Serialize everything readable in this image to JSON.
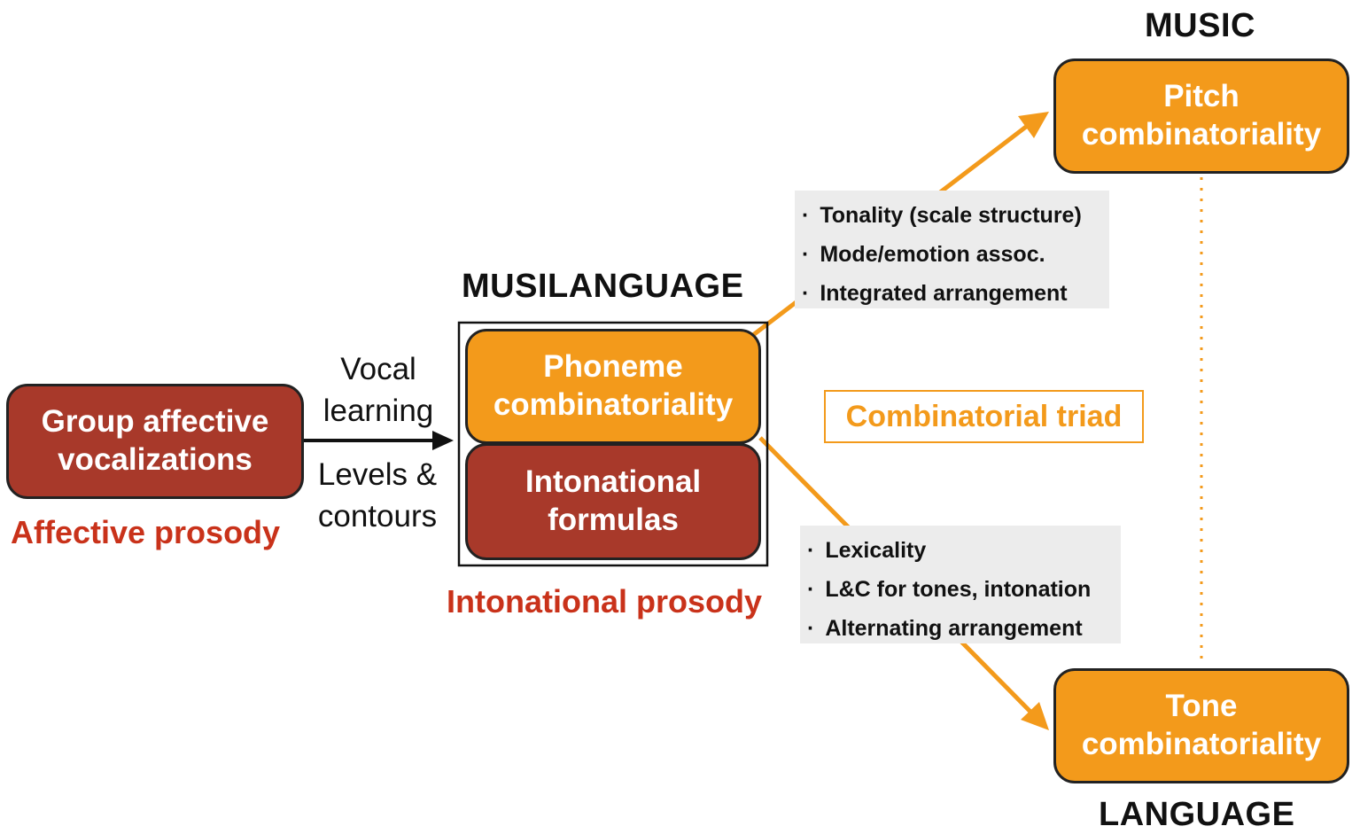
{
  "nodes": {
    "group": "Group affective vocalizations",
    "phoneme": "Phoneme combinatoriality",
    "intonational": "Intonational formulas",
    "pitch": "Pitch combinatoriality",
    "tone": "Tone combinatoriality"
  },
  "labels": {
    "music": "MUSIC",
    "musilanguage": "MUSILANGUAGE",
    "language": "LANGUAGE",
    "affective_prosody": "Affective prosody",
    "intonational_prosody": "Intonational prosody",
    "vocal_learning": "Vocal learning",
    "levels_contours": "Levels & contours",
    "combinatorial_triad": "Combinatorial triad"
  },
  "music_features": [
    "Tonality (scale structure)",
    "Mode/emotion assoc.",
    "Integrated arrangement"
  ],
  "language_features": [
    "Lexicality",
    "L&C for tones, intonation",
    "Alternating arrangement"
  ],
  "colors": {
    "orange": "#f39a1b",
    "dark_red": "#a8392a",
    "red_text": "#c9321a",
    "feature_bg": "#ececec"
  }
}
